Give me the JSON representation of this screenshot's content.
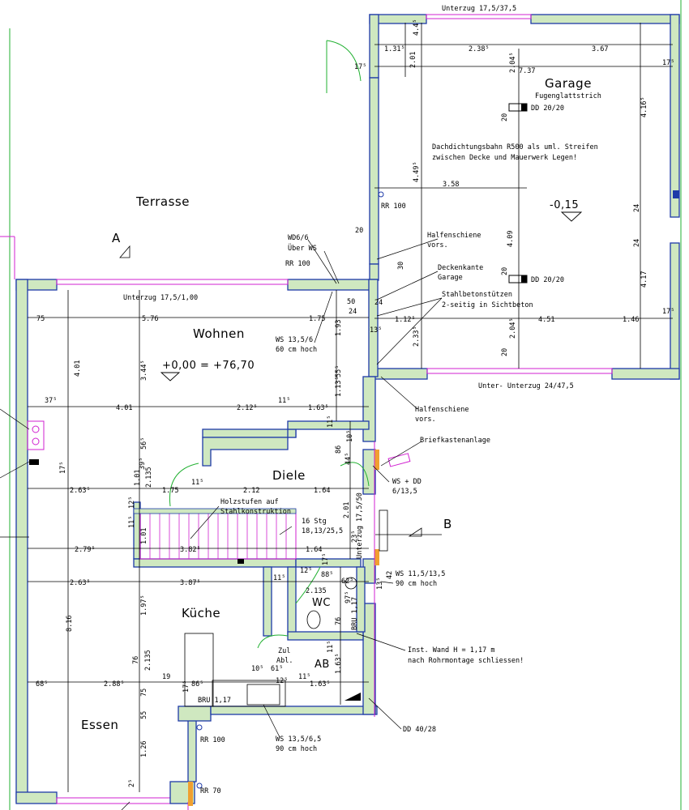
{
  "rooms": {
    "terrasse": "Terrasse",
    "garage": "Garage",
    "garage_floor": "Fugenglattstrich",
    "wohnen": "Wohnen",
    "diele": "Diele",
    "kueche": "Küche",
    "essen": "Essen",
    "wc": "WC",
    "ab": "AB"
  },
  "levels": {
    "main": "+0,00 = +76,70",
    "garage": "-0,15"
  },
  "section_markers": {
    "a": "A",
    "b": "B"
  },
  "labels": {
    "unterzug_garage_top": "Unterzug 17,5/37,5",
    "unterzug_wohnen": "Unterzug 17,5/1,00",
    "unterzug_garage_bottom": "Unter- Unterzug 24/47,5",
    "unterzug_vertical": "Unterzug 17,5/50",
    "dd_20_a": "DD 20/20",
    "dd_20_b": "DD 20/20",
    "dd_40": "DD 40/28",
    "garage_note_1": "Dachdichtungsbahn R500 als uml. Streifen",
    "garage_note_2": "zwischen Decke und Mauerwerk Legen!",
    "rr100_garage": "RR 100",
    "rr100_top": "RR 100",
    "rr100_essen": "RR 100",
    "rr70": "RR 70",
    "wd": "WD6/6",
    "ueber_ws": "Über WS",
    "halfen_1": "Halfenschiene",
    "halfen_1b": "vors.",
    "deckenkante": "Deckenkante",
    "deckenkante_b": "Garage",
    "stahl_1": "Stahlbetonstützen",
    "stahl_2": "2-seitig in Sichtbeton",
    "halfen_2": "Halfenschiene",
    "halfen_2b": "vors.",
    "ws_wohnen": "WS 13,5/6",
    "ws_wohnen_b": "60 cm hoch",
    "briefkasten": "Briefkastenanlage",
    "ws_dd": "WS + DD",
    "ws_dd_b": "6/13,5",
    "holzstufen_1": "Holzstufen auf",
    "holzstufen_2": "Stahlkonstruktion",
    "stg_1": "16 Stg",
    "stg_2": "18,13/25,5",
    "ws_wc": "WS 11,5/13,5",
    "ws_wc_b": "90 cm hoch",
    "bru_wc": "BRU 1,17",
    "inst_1": "Inst. Wand H = 1,17 m",
    "inst_2": "nach Rohrmontage schliessen!",
    "zul": "Zul",
    "abl": "Abl.",
    "bru_kueche": "BRU 1,17",
    "ws_kueche": "WS 13,5/6,5",
    "ws_kueche_b": "90 cm hoch"
  },
  "dims": {
    "g1": "1.31⁵",
    "g2": "2.38⁵",
    "g3": "3.67",
    "g4": "7.37",
    "g5": "17⁵",
    "g6": "17⁵",
    "g7": "3.58",
    "g8": "4.16⁵",
    "g9": "4.49⁵",
    "g10": "4.09",
    "g11": "2.04⁵",
    "g12": "2.04⁵",
    "g13": "2.01",
    "g14": "4.4⁵",
    "g15": "24",
    "g16": "4.17",
    "g17": "17⁵",
    "g18": "1.46",
    "g19": "4.51",
    "g20": "1.12⁵",
    "g21": "2.33⁵",
    "g22": "13⁵",
    "g23": "20",
    "g24": "20",
    "g25": "30",
    "g26": "20",
    "g27": "24",
    "g28": "50",
    "g29": "24",
    "g30": "20",
    "g31": "24",
    "w1": "75",
    "w2": "5.76",
    "w3": "1.75",
    "w4": "4.01",
    "w5": "3.44⁵",
    "w6": "1.93",
    "w7": "37⁵",
    "w8": "4.01",
    "w9": "2.12⁵",
    "w10": "11⁵",
    "w11": "1.63⁵",
    "w12": "1.13⁵",
    "w13": "55⁵",
    "w14": "11⁵",
    "d1": "2.63⁵",
    "d2": "1.75",
    "d3": "11⁵",
    "d4": "2.12",
    "d5": "1.64",
    "d6": "17⁵",
    "d7": "1.01",
    "d8": "2.135",
    "d9": "39⁵",
    "d10": "56⁵",
    "d11": "12⁵",
    "d12": "86",
    "d13": "44⁵",
    "d14": "10⁵",
    "d15": "2.01",
    "d16": "23⁵",
    "s1": "2.79⁵",
    "s2": "3.82⁵",
    "s3": "1.64",
    "s4": "1.01",
    "s5": "11⁵",
    "s6": "17⁵",
    "k1": "2.63⁵",
    "k2": "3.87⁵",
    "k3": "11⁵",
    "k4": "12⁵",
    "k5": "88⁵",
    "k6": "2.135",
    "k7": "62⁵",
    "k8": "13⁵",
    "k9": "42",
    "k10": "97⁵",
    "k11": "76",
    "k12": "1.97⁵",
    "k13": "8.16",
    "k14": "11⁵",
    "k15": "1.63⁵",
    "k16": "76",
    "k17": "2.135",
    "e1": "68⁵",
    "e2": "2.88⁵",
    "e3": "19",
    "e4": "86⁵",
    "e5": "10⁵",
    "e6": "61⁵",
    "e7": "12⁵",
    "e8": "11⁵",
    "e9": "1.63⁵",
    "e10": "75",
    "e11": "55",
    "e12": "1.26",
    "e13": "2⁵",
    "e14": "17⁵"
  }
}
